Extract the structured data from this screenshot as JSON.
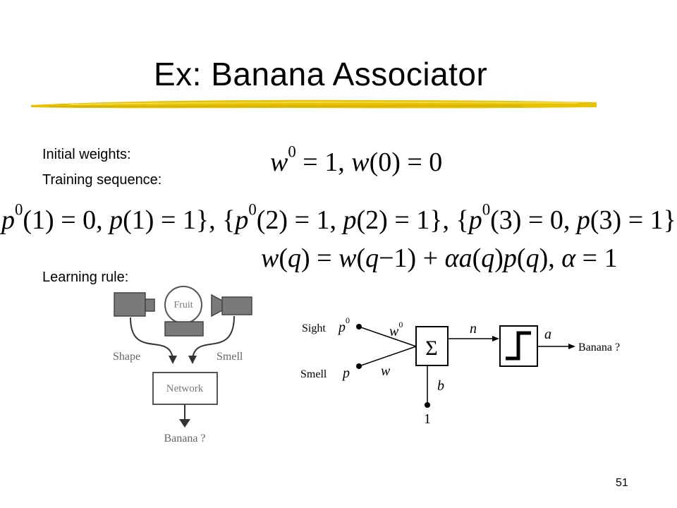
{
  "slide": {
    "title": "Ex: Banana Associator",
    "page_number": "51",
    "accent_color": "#e6c200"
  },
  "labels": {
    "initial_weights": "Initial weights:",
    "training_sequence": "Training sequence:",
    "learning_rule": "Learning rule:"
  },
  "equations": {
    "initial_weights": "w⁰ = 1, w(0) = 0",
    "training_sequence": "p⁰(1) = 0, p(1) = 1}, {p⁰(2) = 1, p(2) = 1}, {p⁰(3) = 0, p(3) = 1}…",
    "learning_rule": "w(q) = w(q−1) + αa(q)p(q), α = 1"
  },
  "left_diagram": {
    "fruit_label": "Fruit",
    "shape_label": "Shape",
    "smell_label": "Smell",
    "network_label": "Network",
    "output_label": "Banana ?"
  },
  "right_diagram": {
    "sight_label": "Sight",
    "smell_label": "Smell",
    "p0_label": "p",
    "p0_sup": "0",
    "p_label": "p",
    "w0_label": "w",
    "w0_sup": "0",
    "w_label": "w",
    "sum_symbol": "Σ",
    "n_label": "n",
    "b_label": "b",
    "bias_input": "1",
    "a_label": "a",
    "output_label": "Banana ?"
  }
}
